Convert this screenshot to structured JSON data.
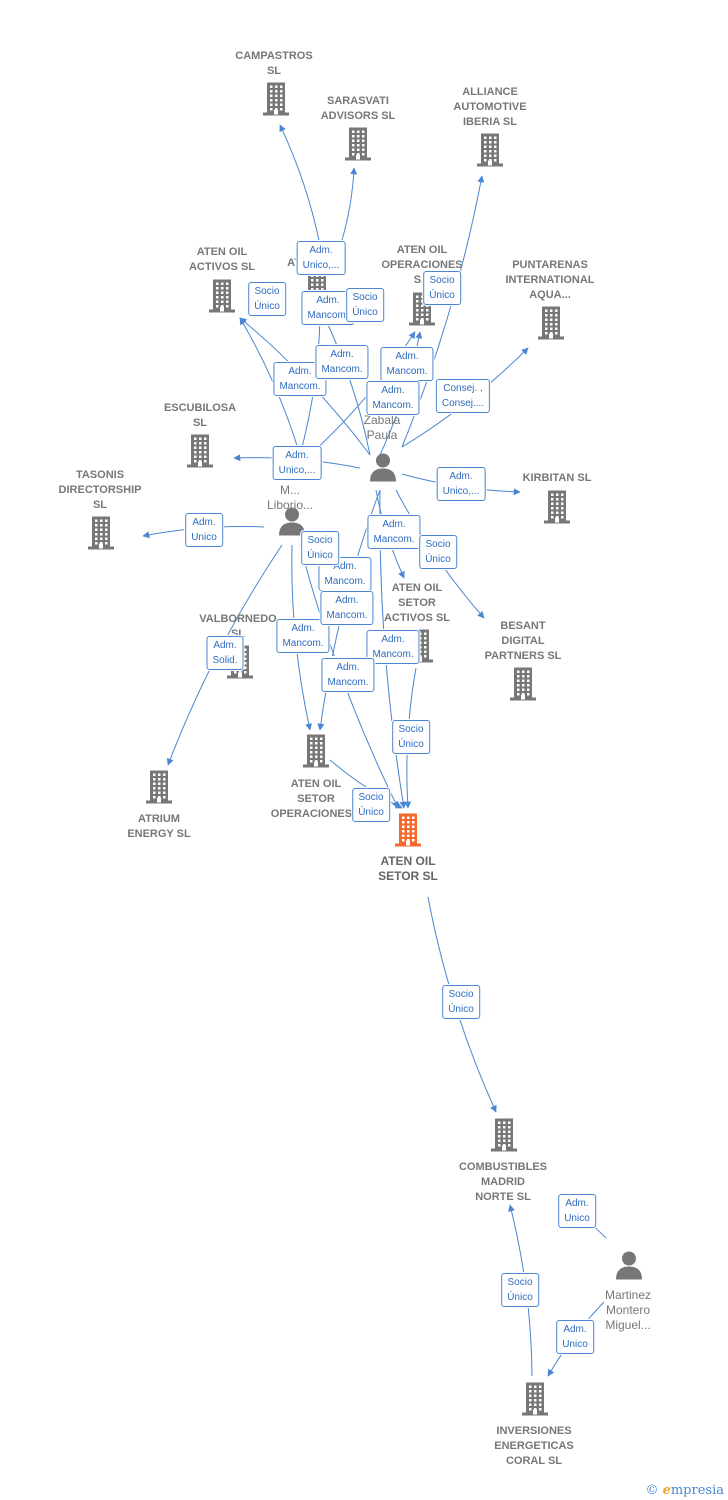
{
  "colors": {
    "edge": "#4a86d1",
    "building": "#777777",
    "focus": "#f26a2e",
    "person": "#777777"
  },
  "nodes": [
    {
      "id": "campastros",
      "type": "company",
      "label": "CAMPASTROS\nSL"
    },
    {
      "id": "sarasvati",
      "type": "company",
      "label": "SARASVATI\nADVISORS SL"
    },
    {
      "id": "alliance",
      "type": "company",
      "label": "ALLIANCE\nAUTOMOTIVE\nIBERIA SL"
    },
    {
      "id": "aten_activos",
      "type": "company",
      "label": "ATEN OIL\nACTIVOS SL"
    },
    {
      "id": "aten_trunc",
      "type": "company",
      "label": "AT..."
    },
    {
      "id": "aten_operaciones_s",
      "type": "company",
      "label": "ATEN OIL\nOPERACIONES\nS..."
    },
    {
      "id": "puntarenas",
      "type": "company",
      "label": "PUNTARENAS\nINTERNATIONAL\nAQUA..."
    },
    {
      "id": "escubilosa",
      "type": "company",
      "label": "ESCUBILOSA\nSL"
    },
    {
      "id": "tasonis",
      "type": "company",
      "label": "TASONIS\nDIRECTORSHIP\nSL"
    },
    {
      "id": "kirbitan",
      "type": "company",
      "label": "KIRBITAN SL"
    },
    {
      "id": "valbornedo",
      "type": "company",
      "label": "VALBORNEDO\nSL"
    },
    {
      "id": "setor_activos",
      "type": "company",
      "label": "ATEN OIL\nSETOR\nACTIVOS SL"
    },
    {
      "id": "besant",
      "type": "company",
      "label": "BESANT\nDIGITAL\nPARTNERS SL"
    },
    {
      "id": "setor_operaciones",
      "type": "company",
      "label": "ATEN OIL\nSETOR\nOPERACIONES..."
    },
    {
      "id": "atrium",
      "type": "company",
      "label": "ATRIUM\nENERGY SL"
    },
    {
      "id": "aten_setor",
      "type": "focus",
      "label": "ATEN OIL\nSETOR SL"
    },
    {
      "id": "combustibles",
      "type": "company",
      "label": "COMBUSTIBLES\nMADRID\nNORTE SL"
    },
    {
      "id": "inversiones",
      "type": "company",
      "label": "INVERSIONES\nENERGETICAS\nCORAL SL"
    },
    {
      "id": "p_zabala",
      "type": "person",
      "label": "...a\nZabala\nPaula"
    },
    {
      "id": "p_liborio",
      "type": "person",
      "label": "F...\nM...\nLiborio..."
    },
    {
      "id": "p_martinez",
      "type": "person",
      "label": "Martinez\nMontero\nMiguel..."
    }
  ],
  "edges": [
    {
      "from": "p_liborio",
      "to": "campastros",
      "label": "Adm.\nUnico,..."
    },
    {
      "from": "p_liborio",
      "to": "sarasvati",
      "label": ""
    },
    {
      "from": "p_zabala",
      "to": "alliance",
      "label": "Socio\nÚnico"
    },
    {
      "from": "p_liborio",
      "to": "aten_activos",
      "label": "Socio\nÚnico"
    },
    {
      "from": "p_zabala",
      "to": "aten_activos",
      "label": "Adm.\nMancom."
    },
    {
      "from": "p_liborio",
      "to": "aten_trunc",
      "label": "Adm.\nMancom."
    },
    {
      "from": "p_zabala",
      "to": "aten_trunc",
      "label": "Socio\nÚnico"
    },
    {
      "from": "p_liborio",
      "to": "aten_operaciones_s",
      "label": "Adm.\nMancom."
    },
    {
      "from": "p_zabala",
      "to": "aten_operaciones_s",
      "label": "Adm.\nMancom."
    },
    {
      "from": "p_zabala",
      "to": "puntarenas",
      "label": "Consej. ,\nConsej...."
    },
    {
      "from": "p_zabala",
      "to": "escubilosa",
      "label": "Adm.\nUnico,..."
    },
    {
      "from": "p_liborio",
      "to": "tasonis",
      "label": "Adm.\nUnico"
    },
    {
      "from": "p_zabala",
      "to": "kirbitan",
      "label": "Adm.\nUnico,..."
    },
    {
      "from": "p_liborio",
      "to": "atrium",
      "label": "Adm.\nSolid."
    },
    {
      "from": "p_zabala",
      "to": "setor_activos",
      "label": "Adm.\nMancom."
    },
    {
      "from": "p_zabala",
      "to": "besant",
      "label": "Socio\nÚnico"
    },
    {
      "from": "p_liborio",
      "to": "setor_operaciones",
      "label": "Adm.\nMancom."
    },
    {
      "from": "p_zabala",
      "to": "setor_operaciones",
      "label": "Adm.\nMancom."
    },
    {
      "from": "p_liborio",
      "to": "aten_setor",
      "label": "Socio\nÚnico"
    },
    {
      "from": "p_zabala",
      "to": "aten_setor",
      "label": "Adm.\nMancom."
    },
    {
      "from": "setor_activos",
      "to": "aten_setor",
      "label": "Socio\nÚnico"
    },
    {
      "from": "setor_operaciones",
      "to": "aten_setor",
      "label": "Socio\nÚnico"
    },
    {
      "from": "aten_setor",
      "to": "combustibles",
      "label": "Socio\nÚnico"
    },
    {
      "from": "p_martinez",
      "to": "combustibles",
      "label": "Adm.\nUnico"
    },
    {
      "from": "inversiones",
      "to": "combustibles",
      "label": "Socio\nÚnico"
    },
    {
      "from": "p_martinez",
      "to": "inversiones",
      "label": "Adm.\nUnico"
    }
  ],
  "extra_badges": [
    {
      "label": "Adm.\nMancom."
    },
    {
      "label": "Adm.\nMancom."
    },
    {
      "label": "Adm.\nMancom."
    },
    {
      "label": "Adm.\nMancom."
    },
    {
      "label": "Socio\nÚnico"
    }
  ],
  "footer": {
    "copyright": "©",
    "brand_first": "e",
    "brand_rest": "mpresia"
  }
}
